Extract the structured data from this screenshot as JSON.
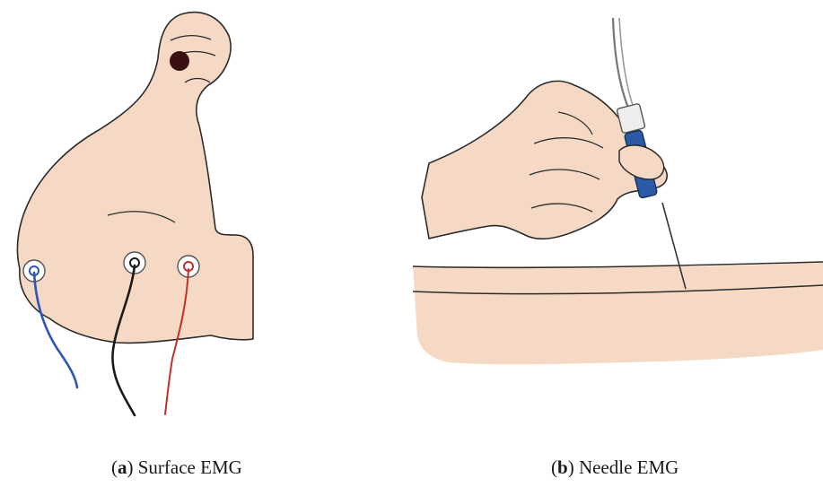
{
  "panels": [
    {
      "letter": "a",
      "caption_text": "Surface EMG",
      "electrode_colors": [
        "#2f55b8",
        "#1a1a1a",
        "#c0302a"
      ]
    },
    {
      "letter": "b",
      "caption_text": "Needle EMG"
    }
  ],
  "colors": {
    "skin": "#f5d9c4",
    "outline": "#2b2b2b",
    "needle_hub_blue": "#2b5aa6",
    "fist_dot": "#3a1010"
  }
}
